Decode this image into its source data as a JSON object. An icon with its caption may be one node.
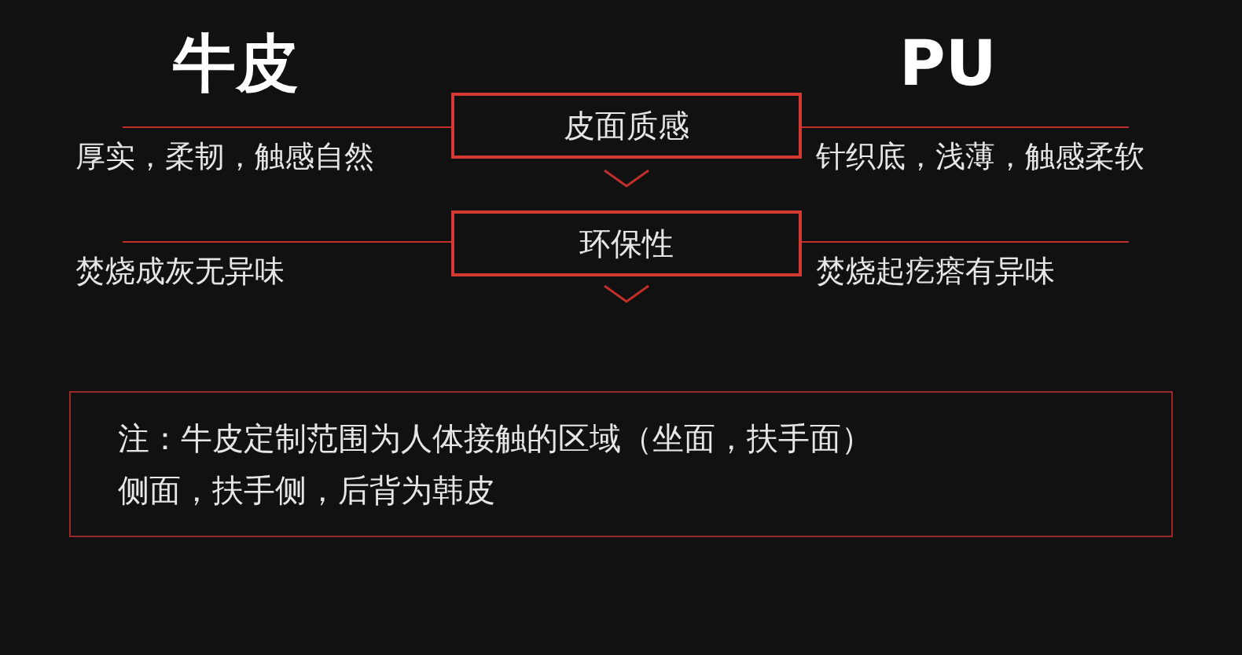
{
  "diagram": {
    "nodes": [
      {
        "text": [
          "皮面质感"
        ]
      },
      {
        "text": [
          "环保性"
        ]
      },
      {
        "text": [
          "注：牛皮定制范围为人体接触的区域（坐面，扶手面）侧面，扶手侧，后背为韩皮"
        ]
      }
    ],
    "edges": [
      {
        "from": 0,
        "to": 1,
        "arrow": "to"
      },
      {
        "from": 1,
        "to": null,
        "arrow": "to"
      }
    ],
    "labels": [
      "牛皮",
      "PU",
      "厚实，柔韧，触感自然",
      "针织底，浅薄，触感柔软",
      "焚烧成灰无异味",
      "焚烧起疙瘩有异味"
    ]
  }
}
